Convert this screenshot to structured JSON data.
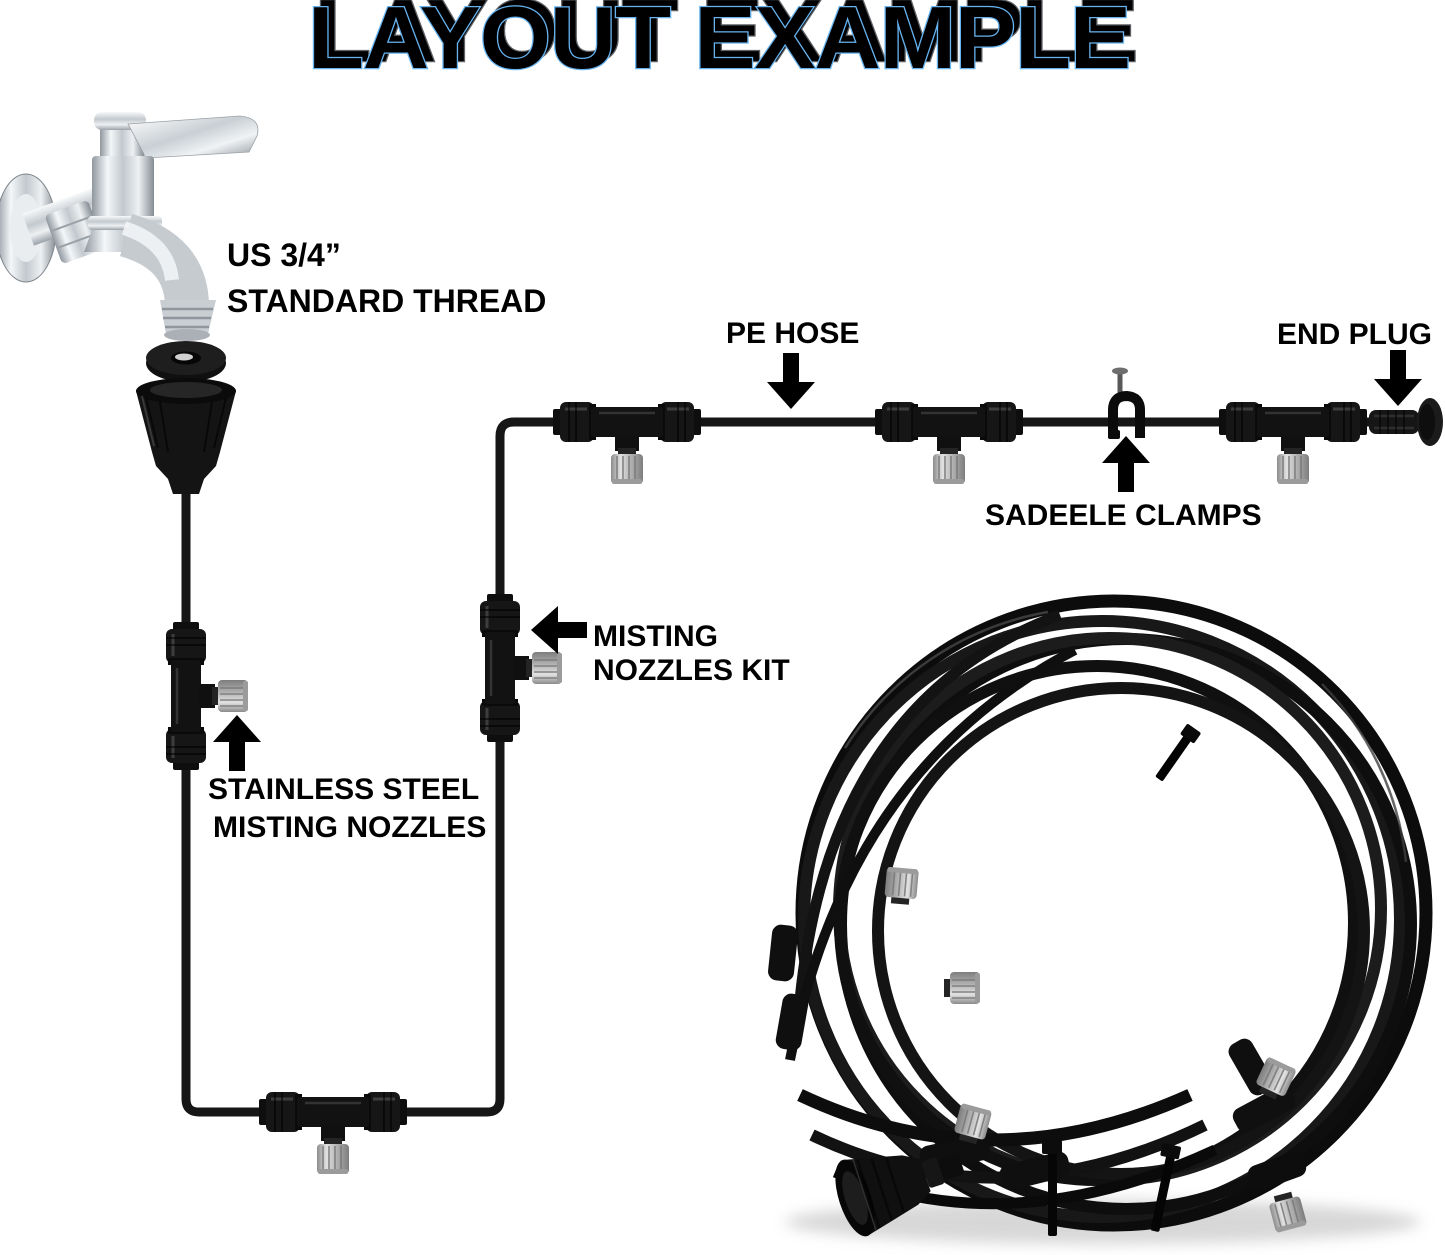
{
  "title": {
    "text": "LAYOUT EXAMPLE"
  },
  "colors": {
    "title_fill": "#66b3f0",
    "title_shadow": "#5d6165",
    "label_text": "#000000",
    "hose_black": "#161616",
    "nozzle_silver": "#c4c4c4",
    "chrome": "#d7dbdf",
    "background": "#ffffff"
  },
  "labels": {
    "thread_line1": "US 3/4”",
    "thread_line2": "STANDARD THREAD",
    "pe_hose": "PE HOSE",
    "end_plug": "END PLUG",
    "sadeele_clamps": "SADEELE CLAMPS",
    "misting_kit_line1": "MISTING",
    "misting_kit_line2": "NOZZLES KIT",
    "stainless_line1": "STAINLESS STEEL",
    "stainless_line2": "MISTING NOZZLES"
  },
  "components": {
    "faucet": "faucet-icon",
    "faucet_adapter": "faucet-adapter-icon",
    "pe_hose_line": "pe-hose-line",
    "tee_connector": "tee-connector-icon",
    "misting_nozzle": "misting-nozzle-icon",
    "saddle_clamp": "saddle-clamp-icon",
    "end_plug": "end-plug-icon",
    "hose_coil": "hose-coil-photo"
  }
}
